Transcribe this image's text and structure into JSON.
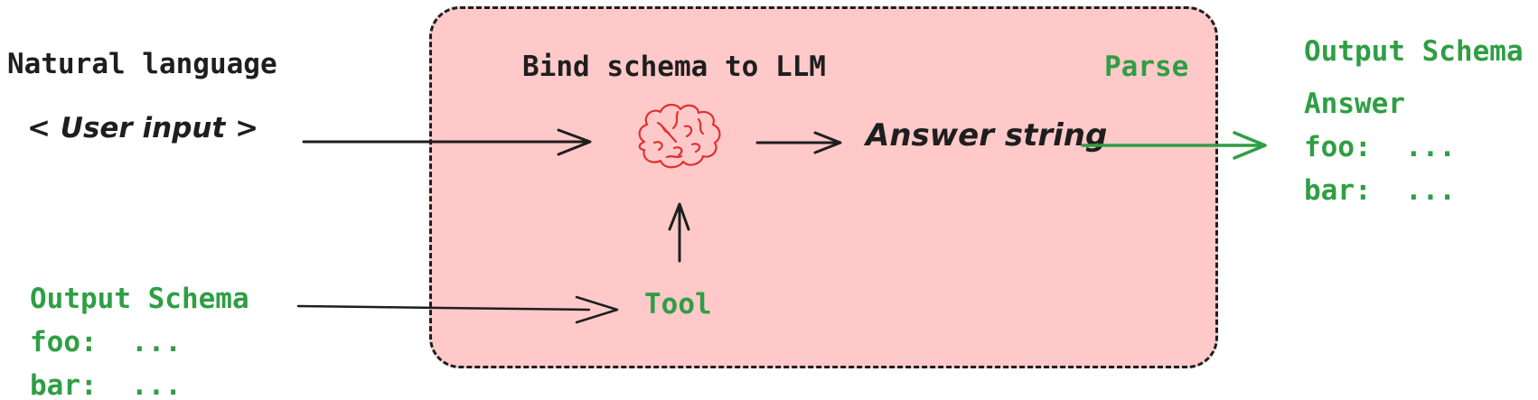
{
  "diagram_title": "Structured output via schema binding and parsing",
  "colors": {
    "background": "#ffffff",
    "box_fill": "#ffc9c9",
    "box_border": "#1e1e1e",
    "text_black": "#1e1e1e",
    "green": "#2f9e44",
    "brain_red": "#e03131"
  },
  "left_column": {
    "heading": "Natural language",
    "user_input": "< User input >",
    "schema": {
      "title": "Output Schema",
      "fields": [
        "foo:  ...",
        "bar:  ..."
      ]
    }
  },
  "box": {
    "title": "Bind schema to LLM",
    "parse_label": "Parse",
    "answer_string": "Answer string",
    "tool_label": "Tool",
    "brain_icon": "brain-icon"
  },
  "right_column": {
    "title": "Output Schema",
    "answer_label": "Answer",
    "fields": [
      "foo:  ...",
      "bar:  ..."
    ]
  },
  "arrows": [
    {
      "name": "arrow-user-input-to-llm",
      "color": "#1e1e1e"
    },
    {
      "name": "arrow-llm-to-answer-string",
      "color": "#1e1e1e"
    },
    {
      "name": "arrow-answer-string-to-output",
      "color": "#2f9e44"
    },
    {
      "name": "arrow-tool-to-llm",
      "color": "#1e1e1e"
    },
    {
      "name": "arrow-schema-to-tool",
      "color": "#1e1e1e"
    }
  ]
}
